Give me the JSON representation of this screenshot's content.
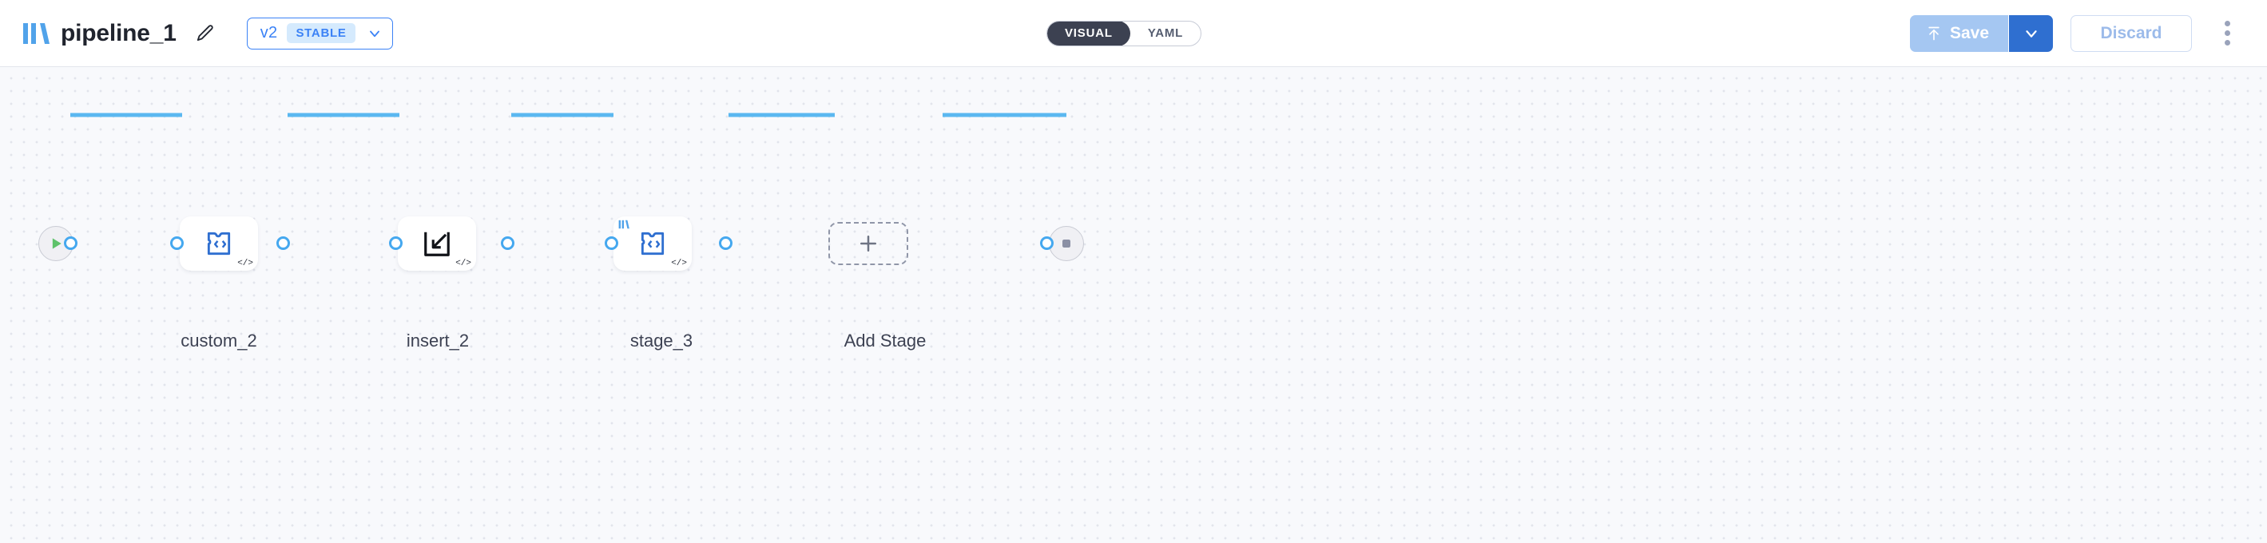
{
  "header": {
    "brand_logo_icon": "pipeline-bars-logo-icon",
    "pipeline_title": "pipeline_1",
    "edit_icon": "pencil-icon",
    "version": {
      "label": "v2",
      "status_chip": "STABLE",
      "caret_icon": "chevron-down-icon"
    },
    "view_toggle": {
      "options": [
        "VISUAL",
        "YAML"
      ],
      "active": "VISUAL"
    },
    "actions": {
      "save_label": "Save",
      "save_icon": "upload-arrow-icon",
      "save_caret_icon": "chevron-down-icon",
      "discard_label": "Discard",
      "kebab_icon": "more-vertical-icon"
    },
    "colors": {
      "accent_blue": "#3b82f6",
      "save_fill": "#a5c7f2",
      "save_caret_fill": "#2f6fd0",
      "chip_bg": "#d5eafd",
      "toggle_active_bg": "#3c4151",
      "edge_blue": "#45a8ef",
      "canvas_bg": "#f8f9fc"
    }
  },
  "canvas": {
    "start_node": {
      "name": "start",
      "icon": "play-icon",
      "icon_color": "#5ec26a"
    },
    "end_node": {
      "name": "end",
      "icon": "stop-square-icon",
      "icon_color": "#8b90a5"
    },
    "stages": [
      {
        "label": "custom_2",
        "icon": "puzzle-code-icon",
        "code_badge": "</>",
        "has_logo_badge": false
      },
      {
        "label": "insert_2",
        "icon": "insert-arrow-square-icon",
        "code_badge": "</>",
        "has_logo_badge": false
      },
      {
        "label": "stage_3",
        "icon": "puzzle-code-icon",
        "code_badge": "</>",
        "has_logo_badge": true
      }
    ],
    "add_stage": {
      "label": "Add Stage",
      "icon": "plus-icon"
    }
  }
}
